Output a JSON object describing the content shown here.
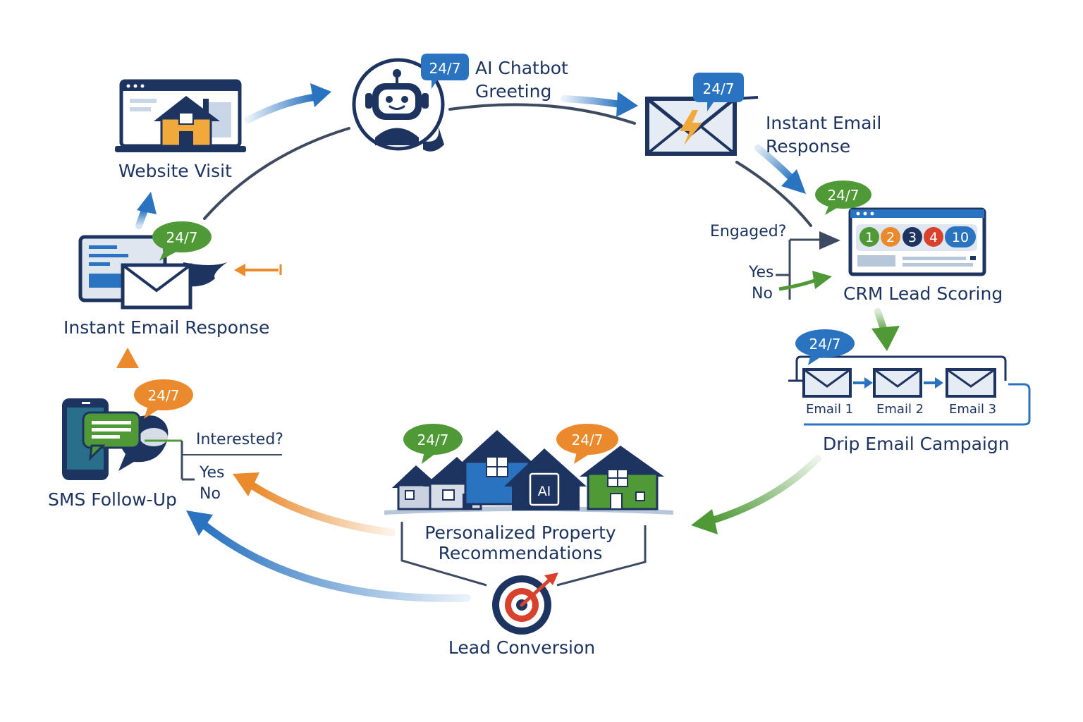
{
  "colors": {
    "navy": "#1d3461",
    "blue": "#2a73c0",
    "green": "#4f9a37",
    "orange": "#ea8a2c",
    "red": "#d8412b",
    "grey": "#3d4a60"
  },
  "badge_text": "24/7",
  "nodes": {
    "website_visit": {
      "label": "Website Visit",
      "icon": "house-browser-icon"
    },
    "chatbot": {
      "label_line1": "AI Chatbot",
      "label_line2": "Greeting",
      "icon": "robot-chat-icon"
    },
    "instant_email_top": {
      "label_line1": "Instant Email",
      "label_line2": "Response",
      "icon": "envelope-lightning-icon"
    },
    "crm": {
      "label": "CRM Lead Scoring",
      "icon": "scoring-browser-icon",
      "scores": [
        "1",
        "2",
        "3",
        "4",
        "10"
      ],
      "decision": "Engaged?",
      "yes": "Yes",
      "no": "No"
    },
    "drip": {
      "label": "Drip Email Campaign",
      "emails": [
        "Email 1",
        "Email 2",
        "Email 3"
      ]
    },
    "property": {
      "label_line1": "Personalized Property",
      "label_line2": "Recommendations",
      "ai_chip": "AI",
      "icon": "houses-icon"
    },
    "conversion": {
      "label": "Lead Conversion",
      "icon": "target-icon"
    },
    "sms": {
      "label": "SMS Follow-Up",
      "icon": "phone-chat-icon",
      "decision": "Interested?",
      "yes": "Yes",
      "no": "No"
    },
    "instant_email_left": {
      "label": "Instant Email Response",
      "icon": "envelope-browser-icon"
    }
  }
}
